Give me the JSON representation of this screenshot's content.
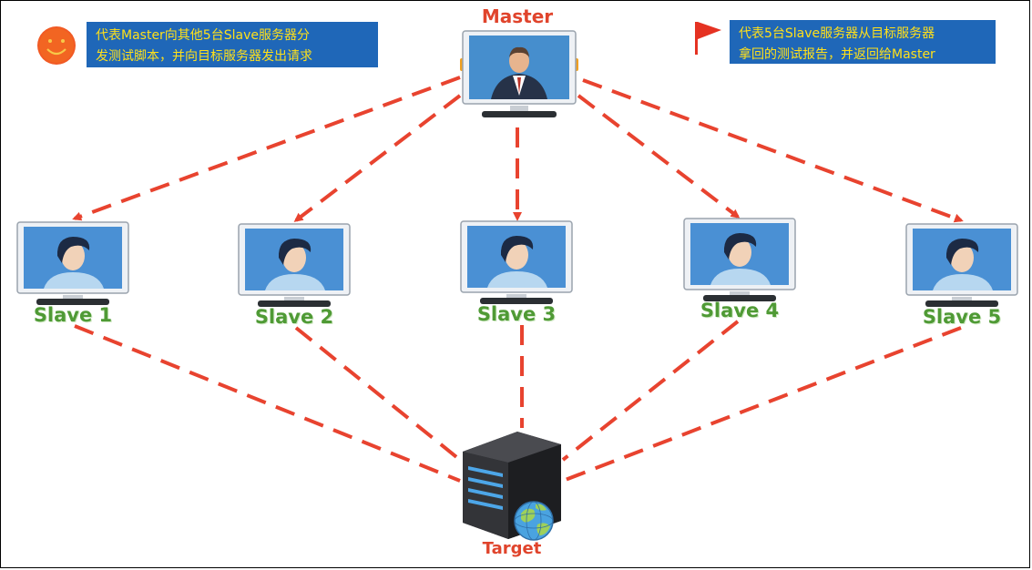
{
  "legend_left": {
    "icon": "smiley-icon",
    "lines": [
      "代表Master向其他5台Slave服务器分",
      "发测试脚本，并向目标服务器发出请求"
    ]
  },
  "legend_right": {
    "icon": "red-flag-icon",
    "lines": [
      "代表5台Slave服务器从目标服务器",
      "拿回的测试报告，并返回给Master"
    ]
  },
  "master": {
    "label": "Master"
  },
  "slaves": [
    {
      "label": "Slave 1"
    },
    {
      "label": "Slave 2"
    },
    {
      "label": "Slave 3"
    },
    {
      "label": "Slave 4"
    },
    {
      "label": "Slave 5"
    }
  ],
  "target": {
    "label": "Target"
  },
  "colors": {
    "edge": "#e8432f",
    "legend_bg": "#1f67b8",
    "legend_text": "#ffe01a",
    "slave_label": "#4f9a35",
    "master_label": "#e0442c"
  }
}
